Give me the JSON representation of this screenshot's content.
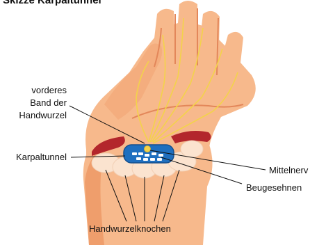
{
  "title": "Skizze Karpaltunnel",
  "labels": {
    "band_line1": "vorderes",
    "band_line2": "Band der",
    "band_line3": "Handwurzel",
    "karpaltunnel": "Karpaltunnel",
    "mittelnerv": "Mittelnerv",
    "beugesehnen": "Beugesehnen",
    "handwurzelknochen": "Handwurzelknochen"
  },
  "colors": {
    "skin": "#f7b98c",
    "skin_shadow": "#ef9e6c",
    "skin_dark": "#e3875a",
    "nerve": "#f3d34a",
    "ligament": "#1f6fbf",
    "muscle": "#b3262c",
    "bone": "#fbe3cf"
  }
}
